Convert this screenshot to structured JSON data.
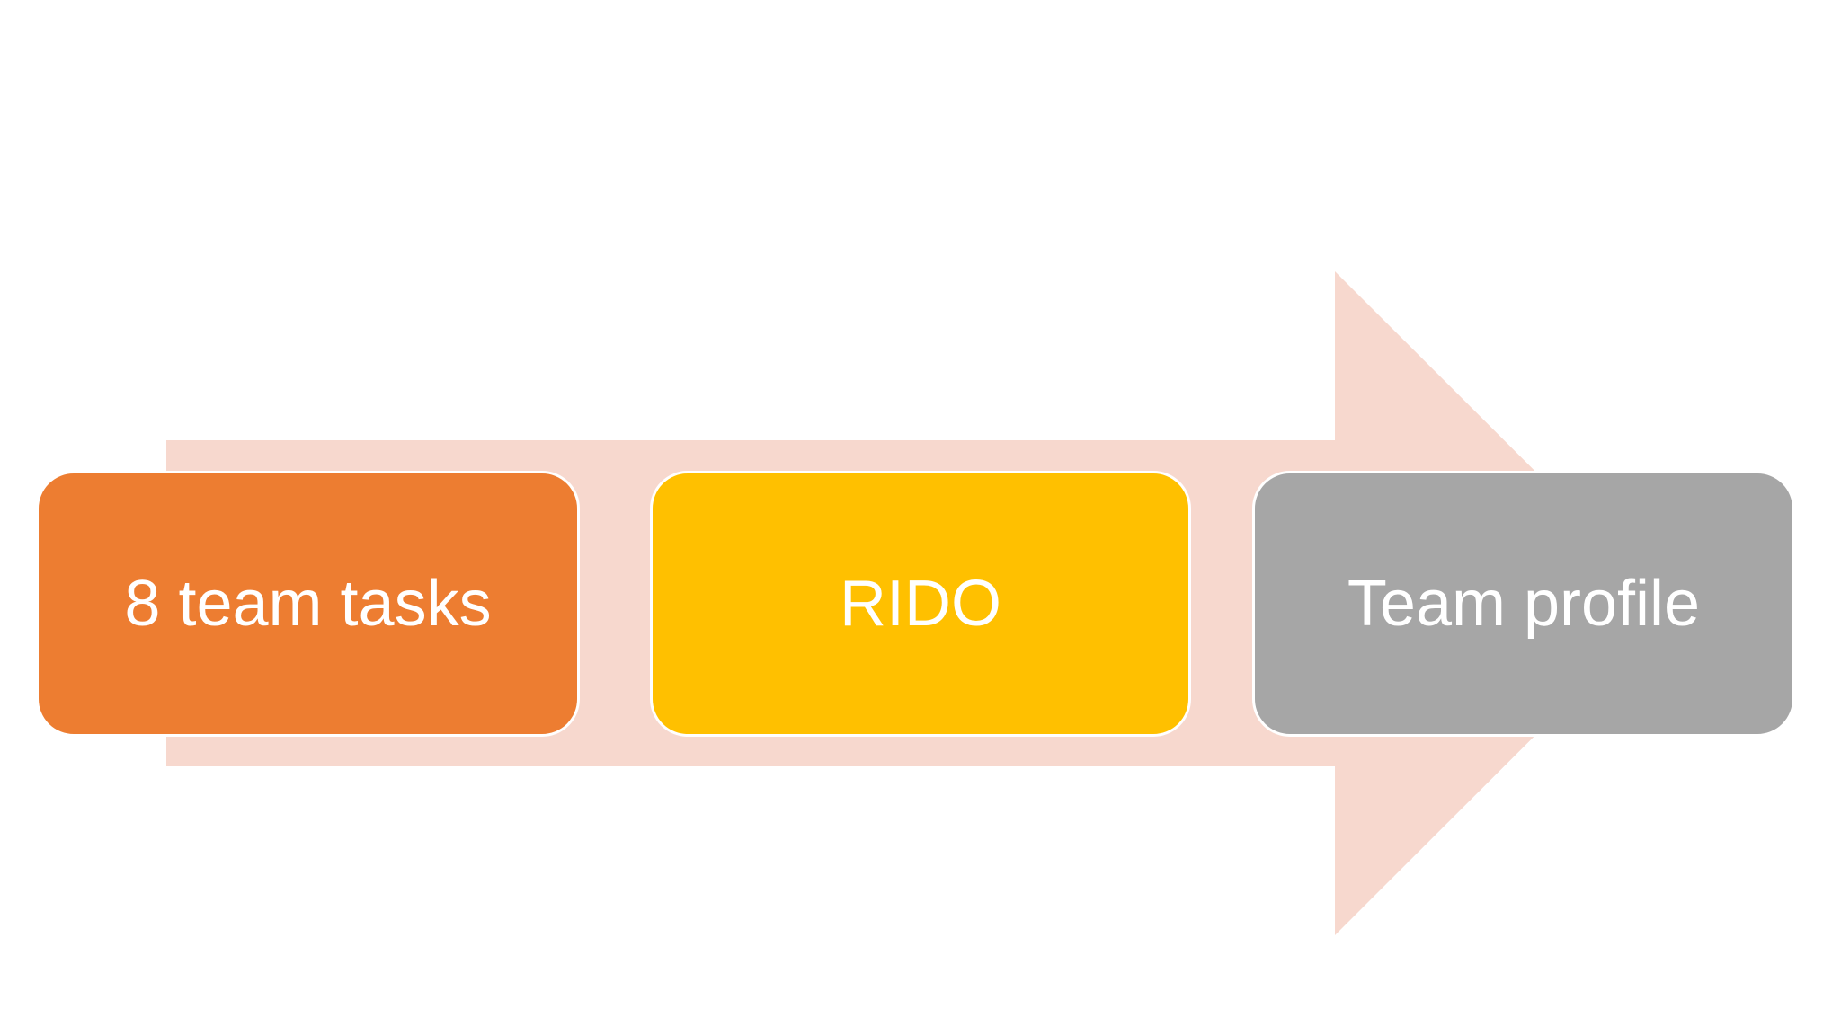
{
  "diagram": {
    "type": "process-arrow",
    "direction": "right",
    "arrow_color": "#F7D8CE",
    "text_color": "#FFFFFF",
    "background_color": "#FFFFFF",
    "steps": [
      {
        "label": "8 team tasks",
        "color": "#ED7D31"
      },
      {
        "label": "RIDO",
        "color": "#FFC000"
      },
      {
        "label": "Team profile",
        "color": "#A6A6A6"
      }
    ]
  }
}
